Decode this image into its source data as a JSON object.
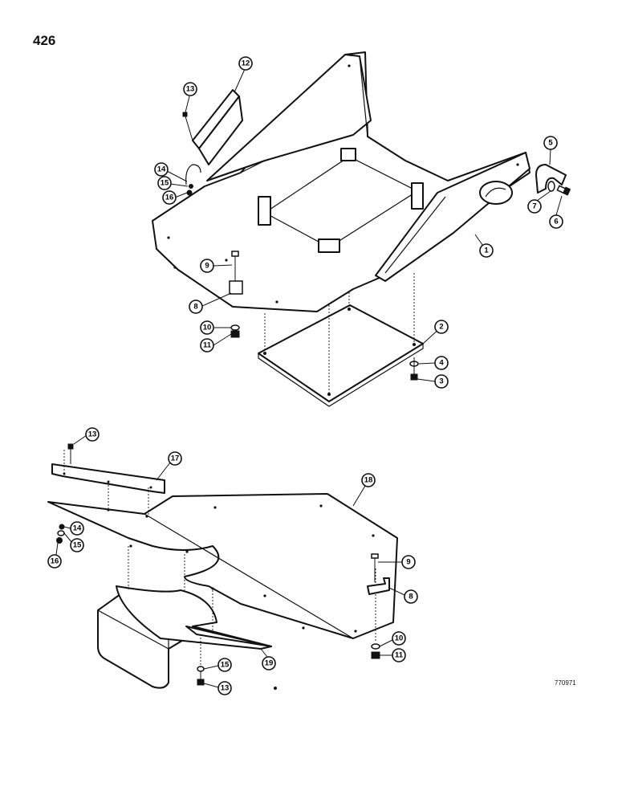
{
  "page_number": "426",
  "drawing_code": "770971",
  "upper_assembly": {
    "callouts": [
      "1",
      "2",
      "3",
      "4",
      "5",
      "6",
      "7",
      "8",
      "9",
      "10",
      "11",
      "12",
      "13",
      "14",
      "15",
      "16"
    ]
  },
  "lower_assembly": {
    "callouts": [
      "13",
      "17",
      "18",
      "14",
      "15",
      "16",
      "9",
      "8",
      "10",
      "11",
      "19",
      "15",
      "13"
    ]
  }
}
